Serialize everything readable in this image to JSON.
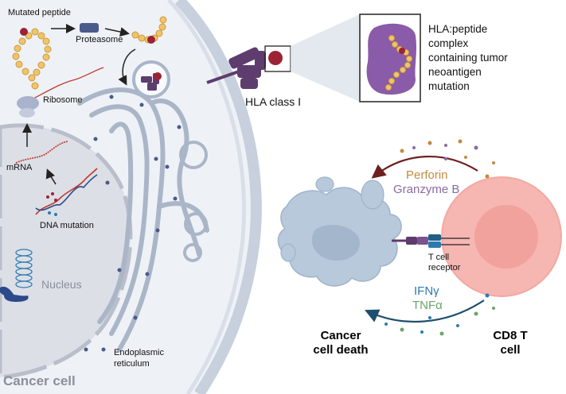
{
  "labels": {
    "mutated_peptide": "Mutated peptide",
    "proteasome": "Proteasome",
    "ribosome": "Ribosome",
    "mrna": "mRNA",
    "dna_mutation": "DNA mutation",
    "nucleus": "Nucleus",
    "endoplasmic_reticulum_1": "Endoplasmic",
    "endoplasmic_reticulum_2": "reticulum",
    "cancer_cell": "Cancer cell",
    "hla_class_i": "HLA class I",
    "hla_complex": [
      "HLA:peptide",
      "complex",
      "containing tumor",
      "neoantigen",
      "mutation"
    ],
    "perforin": "Perforin",
    "granzyme_b": "Granzyme B",
    "t_cell_receptor": [
      "T cell",
      "receptor"
    ],
    "ifn_gamma": "IFNγ",
    "tnf_alpha": "TNFα",
    "cancer_cell_death": [
      "Cancer",
      "cell death"
    ],
    "cd8_t_cell": [
      "CD8 T",
      "cell"
    ]
  },
  "colors": {
    "cell_fill": "#eef2f7",
    "membrane": "#c7d0dc",
    "nucleus_fill": "#dcdfe6",
    "er_stroke": "#aab6c8",
    "hla_purple": "#5e3c6e",
    "peptide_yellow": "#f1c46b",
    "mutation_red": "#9b2335",
    "perforin": "#c28a3f",
    "granzyme": "#8a6aa3",
    "ifn": "#2c7bb0",
    "tnf": "#6aa56a",
    "tcell_fill": "#f6b6b2",
    "tcell_core": "#f1a29c",
    "dying_cell": "#b8c9dc"
  }
}
